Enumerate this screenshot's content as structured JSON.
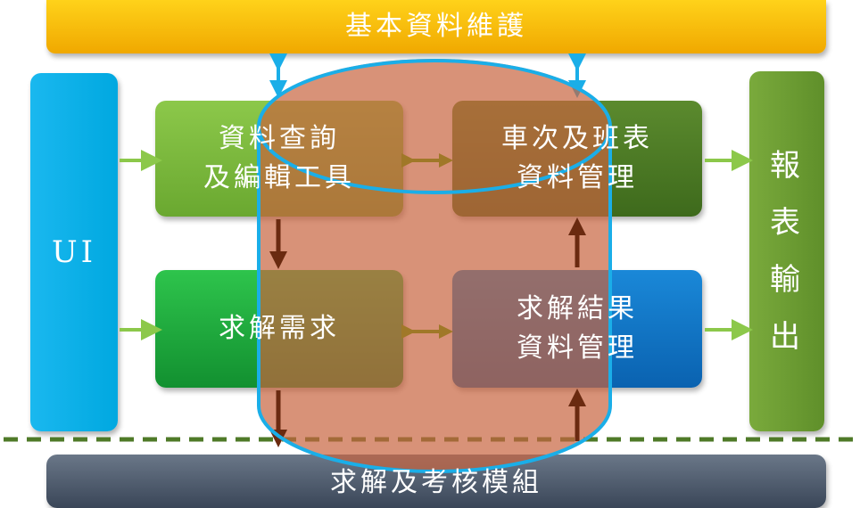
{
  "top_module": "基本資料維護",
  "ui_label": "UI",
  "report_output": [
    "報",
    "表",
    "輸",
    "出"
  ],
  "boxes": {
    "query_tools": [
      "資料查詢",
      "及編輯工具"
    ],
    "schedule_mgmt": [
      "車次及班表",
      "資料管理"
    ],
    "solve_requirements": [
      "求解需求"
    ],
    "result_mgmt": [
      "求解結果",
      "資料管理"
    ]
  },
  "bottom_module": "求解及考核模組",
  "colors": {
    "database": "#c8643f",
    "outline": "#1aaee8",
    "dashed_line": "#4f7a28"
  }
}
